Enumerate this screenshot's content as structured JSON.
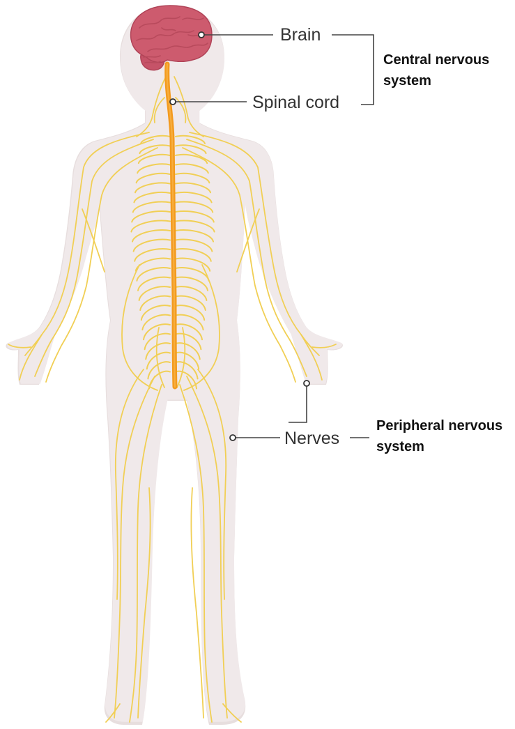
{
  "labels": {
    "brain": "Brain",
    "spinal_cord": "Spinal cord",
    "nerves": "Nerves"
  },
  "groups": {
    "central": [
      "Central nervous",
      "system"
    ],
    "peripheral": [
      "Peripheral nervous",
      "system"
    ]
  },
  "colors": {
    "body": "#f0e9ea",
    "brain": "#cd5b6e",
    "spinal_cord": "#f39a1e",
    "nerves": "#f1cf55"
  }
}
